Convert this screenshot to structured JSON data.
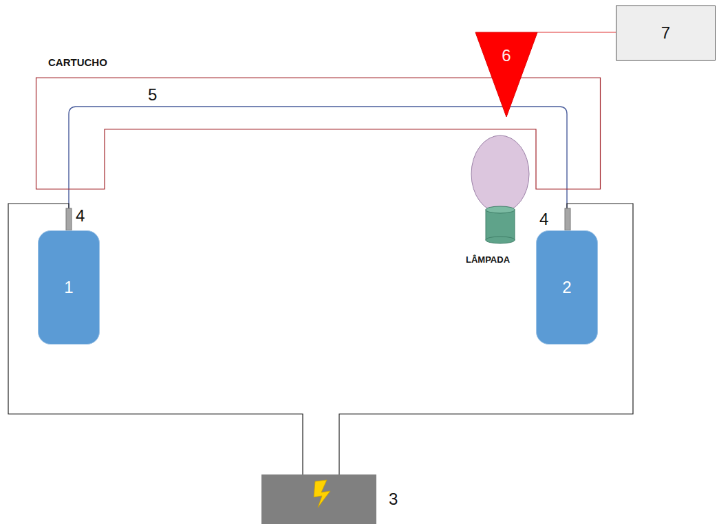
{
  "diagram": {
    "nodes": [
      {
        "text": [
          "CARTUCHO"
        ]
      },
      {
        "text": [
          "6"
        ]
      },
      {
        "text": [
          "7"
        ]
      },
      {
        "text": [
          "1"
        ]
      },
      {
        "text": [
          "2"
        ]
      },
      {
        "text": [
          "3"
        ]
      }
    ],
    "edges": [
      {
        "from": 1,
        "to": 2,
        "arrow": "none"
      },
      {
        "from": 3,
        "to": 4,
        "arrow": "none"
      },
      {
        "from": 5,
        "to": 3,
        "arrow": "none"
      },
      {
        "from": 5,
        "to": 4,
        "arrow": "none"
      }
    ],
    "labels": [
      "5",
      "4",
      "4",
      "LÂMPADA"
    ]
  }
}
